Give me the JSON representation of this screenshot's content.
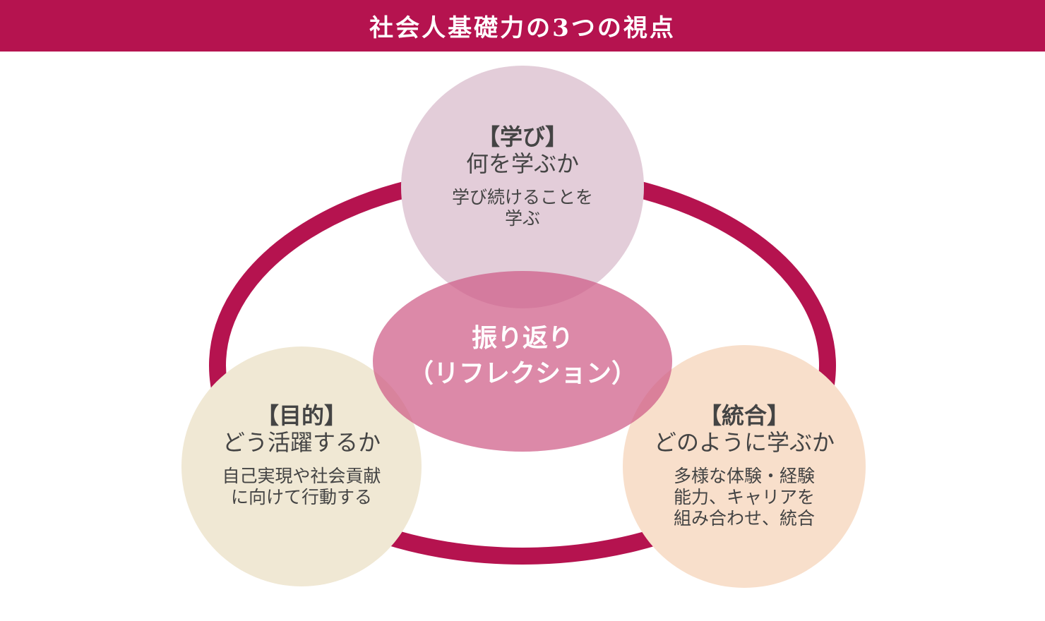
{
  "header": {
    "title": "社会人基礎力の3つの視点"
  },
  "center": {
    "line1": "振り返り",
    "line2": "（リフレクション）"
  },
  "nodes": {
    "learning": {
      "title": "【学び】",
      "subtitle": "何を学ぶか",
      "desc1": "学び続けることを",
      "desc2": "学ぶ"
    },
    "purpose": {
      "title": "【目的】",
      "subtitle": "どう活躍するか",
      "desc1": "自己実現や社会貢献",
      "desc2": "に向けて行動する"
    },
    "integration": {
      "title": "【統合】",
      "subtitle": "どのように学ぶか",
      "desc1": "多様な体験・経験",
      "desc2": "能力、キャリアを",
      "desc3": "組み合わせ、統合"
    }
  },
  "colors": {
    "accent": "#b5134f",
    "learning": "#e3cdd9",
    "purpose": "#f0e8d4",
    "integration": "#f8dfcb",
    "center": "#d9819f"
  }
}
